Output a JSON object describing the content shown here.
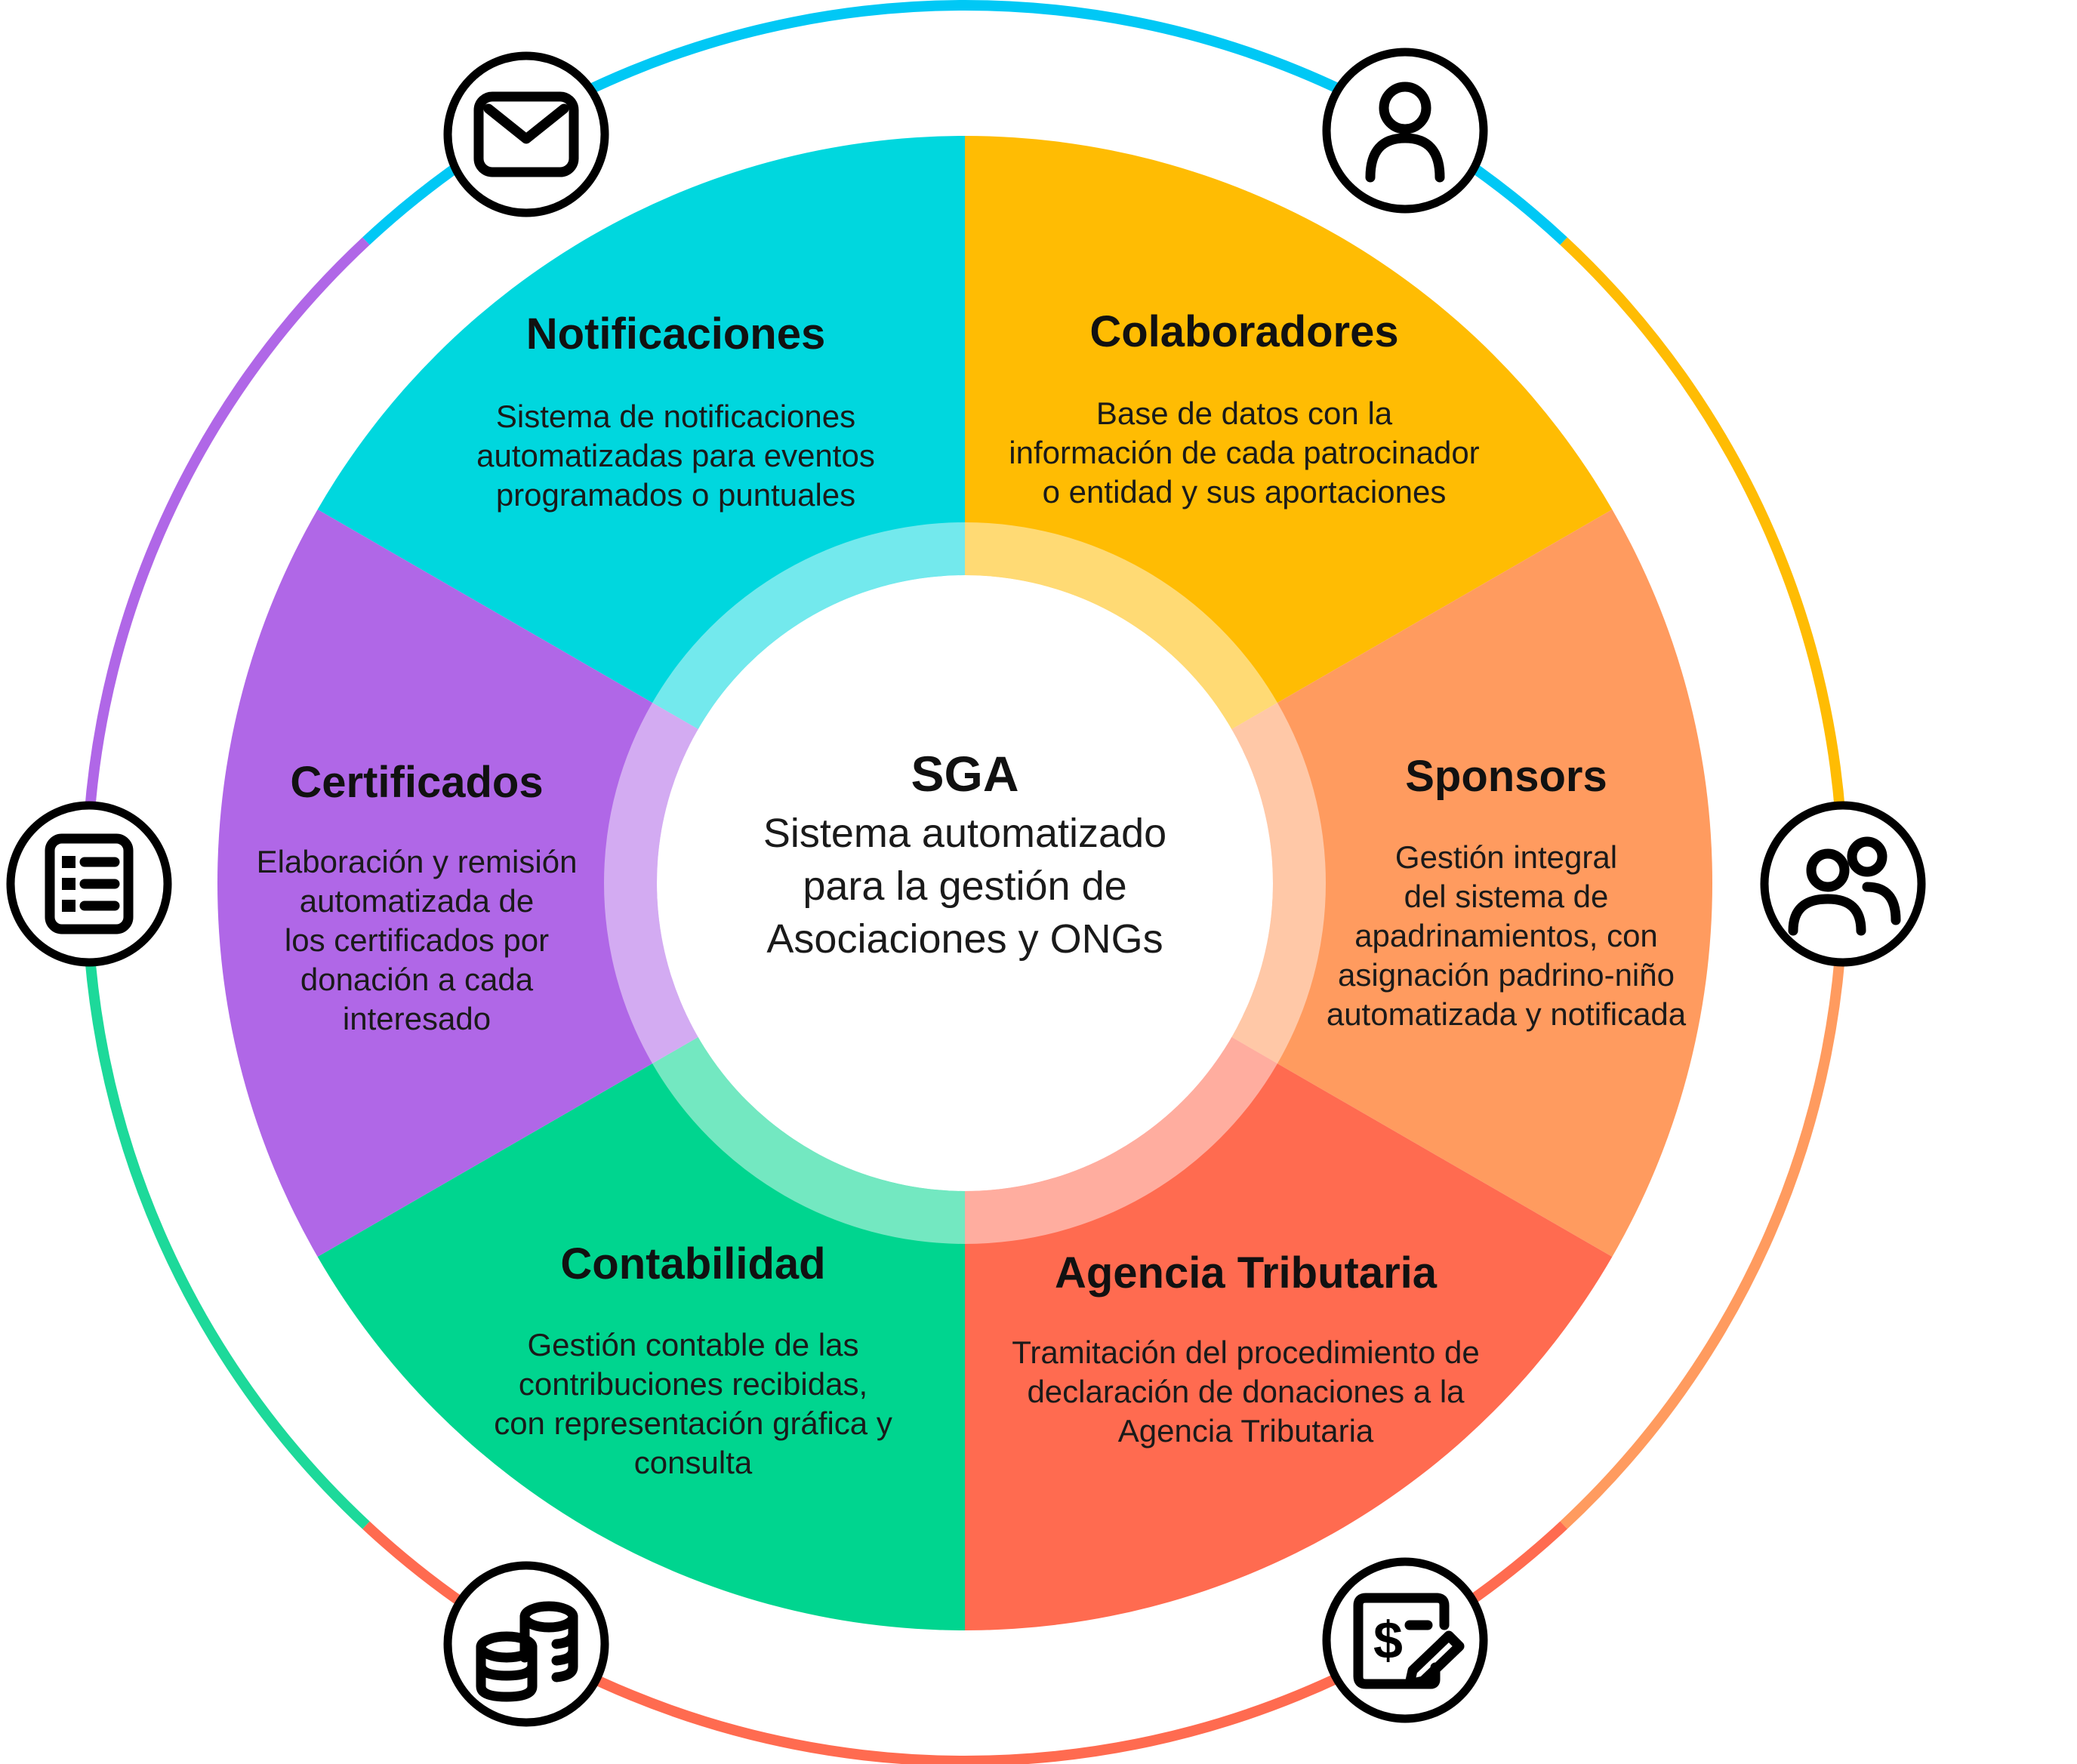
{
  "center": {
    "title": "SGA",
    "lines": [
      "Sistema automatizado",
      "para la gestión de",
      "Asociaciones y ONGs"
    ]
  },
  "segments": [
    {
      "id": "notificaciones",
      "title": "Notificaciones",
      "lines": [
        "Sistema de notificaciones",
        "automatizadas para eventos",
        "programados o puntuales"
      ],
      "color": "#00D7DE",
      "icon": "envelope-icon"
    },
    {
      "id": "colaboradores",
      "title": "Colaboradores",
      "lines": [
        "Base de datos con la",
        "información de cada patrocinador",
        "o entidad y sus aportaciones"
      ],
      "color": "#FFBC03",
      "icon": "user-icon"
    },
    {
      "id": "sponsors",
      "title": "Sponsors",
      "lines": [
        "Gestión integral",
        "del sistema de",
        "apadrinamientos, con",
        "asignación padrino-niño",
        "automatizada y notificada"
      ],
      "color": "#FF9B5F",
      "icon": "users-icon"
    },
    {
      "id": "agencia",
      "title": "Agencia Tributaria",
      "lines": [
        "Tramitación del procedimiento de",
        "declaración de donaciones a la",
        "Agencia Tributaria"
      ],
      "color": "#FF6B50",
      "icon": "invoice-edit-icon"
    },
    {
      "id": "contabilidad",
      "title": "Contabilidad",
      "lines": [
        "Gestión contable de las",
        "contribuciones recibidas,",
        "con representación gráfica y",
        "consulta"
      ],
      "color": "#00D58F",
      "icon": "coins-icon"
    },
    {
      "id": "certificados",
      "title": "Certificados",
      "lines": [
        "Elaboración y remisión",
        "automatizada de",
        "los certificados por",
        "donación a cada",
        "interesado"
      ],
      "color": "#B067E7",
      "icon": "list-icon"
    }
  ],
  "outer_ring_colors": {
    "top": "#00C8F5",
    "upper_right": "#FFBC03",
    "lower_right": "#FF9B5F",
    "bottom": "#FF6B50",
    "lower_left": "#1DD99A",
    "upper_left": "#B067E7"
  }
}
